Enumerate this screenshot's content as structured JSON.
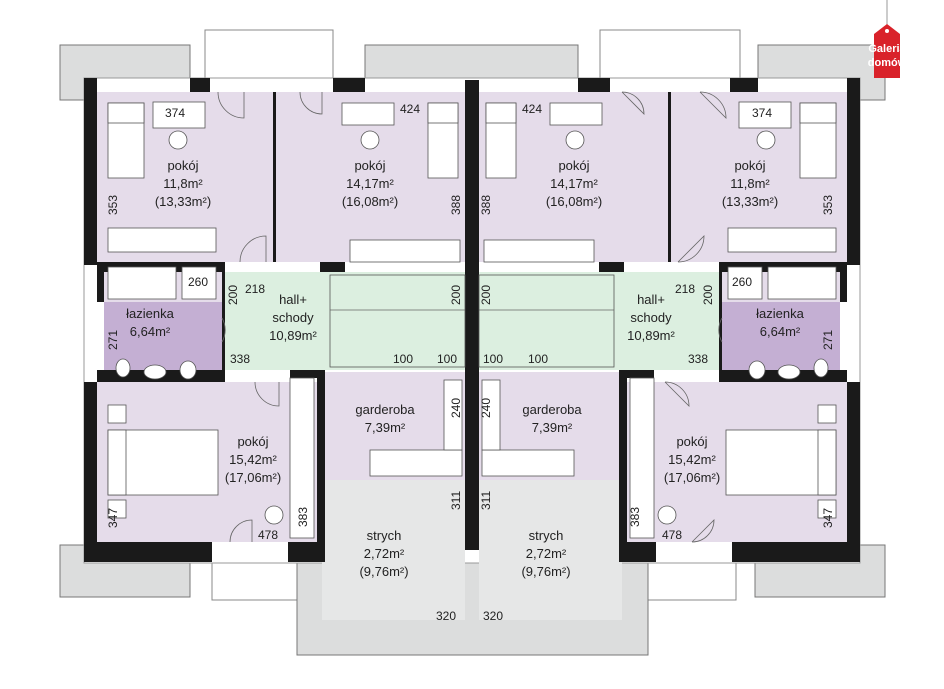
{
  "logo": {
    "line1": "Galeria",
    "line2": "domów",
    "color": "#d9222a"
  },
  "colors": {
    "room": "#e5dcea",
    "hall": "#dcefe0",
    "bath": "#c4afd3",
    "attic": "#e6e7e7",
    "terrace": "#dcdddd",
    "wall": "#1a1a1a"
  },
  "rooms": [
    {
      "id": "pokoj-tl",
      "lines": [
        "pokój",
        "11,8m²",
        "(13,33m²)"
      ]
    },
    {
      "id": "pokoj-tcl",
      "lines": [
        "pokój",
        "14,17m²",
        "(16,08m²)"
      ]
    },
    {
      "id": "pokoj-tcr",
      "lines": [
        "pokój",
        "14,17m²",
        "(16,08m²)"
      ]
    },
    {
      "id": "pokoj-tr",
      "lines": [
        "pokój",
        "11,8m²",
        "(13,33m²)"
      ]
    },
    {
      "id": "lazienka-l",
      "lines": [
        "łazienka",
        "6,64m²"
      ]
    },
    {
      "id": "lazienka-r",
      "lines": [
        "łazienka",
        "6,64m²"
      ]
    },
    {
      "id": "hall-l",
      "lines": [
        "hall+",
        "schody",
        "10,89m²"
      ]
    },
    {
      "id": "hall-r",
      "lines": [
        "hall+",
        "schody",
        "10,89m²"
      ]
    },
    {
      "id": "garderoba-l",
      "lines": [
        "garderoba",
        "7,39m²"
      ]
    },
    {
      "id": "garderoba-r",
      "lines": [
        "garderoba",
        "7,39m²"
      ]
    },
    {
      "id": "pokoj-bl",
      "lines": [
        "pokój",
        "15,42m²",
        "(17,06m²)"
      ]
    },
    {
      "id": "pokoj-br",
      "lines": [
        "pokój",
        "15,42m²",
        "(17,06m²)"
      ]
    },
    {
      "id": "strych-l",
      "lines": [
        "strych",
        "2,72m²",
        "(9,76m²)"
      ]
    },
    {
      "id": "strych-r",
      "lines": [
        "strych",
        "2,72m²",
        "(9,76m²)"
      ]
    }
  ],
  "dims": [
    {
      "id": "d-374-l",
      "text": "374"
    },
    {
      "id": "d-424-l",
      "text": "424"
    },
    {
      "id": "d-424-r",
      "text": "424"
    },
    {
      "id": "d-374-r",
      "text": "374"
    },
    {
      "id": "d-353-l",
      "text": "353"
    },
    {
      "id": "d-388-l",
      "text": "388"
    },
    {
      "id": "d-388-r",
      "text": "388"
    },
    {
      "id": "d-353-r",
      "text": "353"
    },
    {
      "id": "d-260-l",
      "text": "260"
    },
    {
      "id": "d-260-r",
      "text": "260"
    },
    {
      "id": "d-218-l",
      "text": "218"
    },
    {
      "id": "d-218-r",
      "text": "218"
    },
    {
      "id": "d-200-a",
      "text": "200"
    },
    {
      "id": "d-200-b",
      "text": "200"
    },
    {
      "id": "d-200-c",
      "text": "200"
    },
    {
      "id": "d-200-d",
      "text": "200"
    },
    {
      "id": "d-271-l",
      "text": "271"
    },
    {
      "id": "d-271-r",
      "text": "271"
    },
    {
      "id": "d-338-l",
      "text": "338"
    },
    {
      "id": "d-338-r",
      "text": "338"
    },
    {
      "id": "d-100-a",
      "text": "100"
    },
    {
      "id": "d-100-b",
      "text": "100"
    },
    {
      "id": "d-100-c",
      "text": "100"
    },
    {
      "id": "d-100-d",
      "text": "100"
    },
    {
      "id": "d-240-l",
      "text": "240"
    },
    {
      "id": "d-240-r",
      "text": "240"
    },
    {
      "id": "d-311-l",
      "text": "311"
    },
    {
      "id": "d-311-r",
      "text": "311"
    },
    {
      "id": "d-347-l",
      "text": "347"
    },
    {
      "id": "d-347-r",
      "text": "347"
    },
    {
      "id": "d-383-l",
      "text": "383"
    },
    {
      "id": "d-383-r",
      "text": "383"
    },
    {
      "id": "d-478-l",
      "text": "478"
    },
    {
      "id": "d-478-r",
      "text": "478"
    },
    {
      "id": "d-320-l",
      "text": "320"
    },
    {
      "id": "d-320-r",
      "text": "320"
    }
  ]
}
